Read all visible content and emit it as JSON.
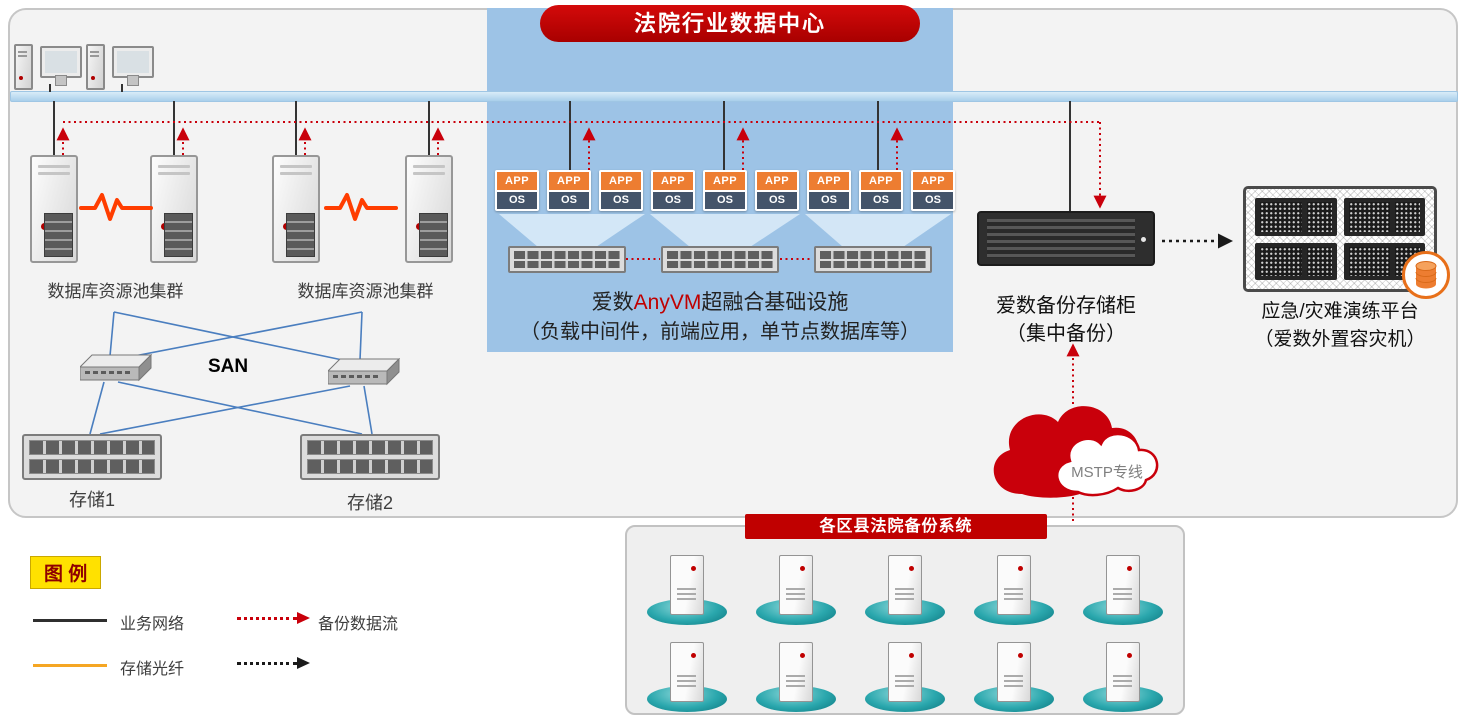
{
  "banner": {
    "title": "法院行业数据中心"
  },
  "left_zone": {
    "cluster1_label": "数据库资源池集群",
    "cluster2_label": "数据库资源池集群",
    "san_label": "SAN",
    "storage1_label": "存储1",
    "storage2_label": "存储2"
  },
  "hci": {
    "app_label": "APP",
    "os_label": "OS",
    "title_brand": "爱数",
    "title_product": "AnyVM",
    "title_rest": "超融合基础设施",
    "subtitle": "（负载中间件，前端应用，单节点数据库等）"
  },
  "backup_cabinet": {
    "label_line1": "爱数备份存储柜",
    "label_line2": "（集中备份）"
  },
  "dr_platform": {
    "label_line1": "应急/灾难演练平台",
    "label_line2": "（爱数外置容灾机）"
  },
  "wan_cloud": {
    "label": "MSTP专线"
  },
  "branch_panel": {
    "title": "各区县法院备份系统"
  },
  "legend": {
    "title": "图 例",
    "business_network_label": "业务网络",
    "backup_flow_label": "备份数据流",
    "storage_fiber_label": "存储光纤"
  },
  "colors": {
    "banner_red": "#c00000",
    "panel_blue": "#9dc3e6",
    "bus_blue": "#bdd7ee",
    "backup_flow_red": "#c9000b",
    "app_orange": "#ed7d31",
    "os_slate": "#44546a",
    "storage_fiber_orange": "#f5a623",
    "san_line_blue": "#4a7ebf",
    "branch_base_teal": "#2aa7ad"
  }
}
